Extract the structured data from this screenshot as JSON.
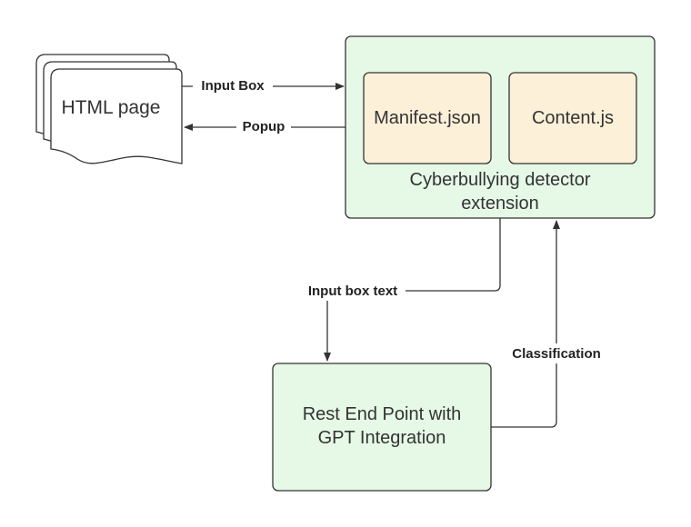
{
  "colors": {
    "extension_fill": "#e6f9e6",
    "file_fill": "#fdf0d9",
    "endpoint_fill": "#e6f9e6",
    "page_fill": "#ffffff",
    "stroke": "#333333"
  },
  "nodes": {
    "html_page": {
      "label": "HTML page",
      "icon": "multi-document-icon"
    },
    "extension": {
      "label_line1": "Cyberbullying detector",
      "label_line2": "extension"
    },
    "manifest": {
      "label": "Manifest.json"
    },
    "content_js": {
      "label": "Content.js"
    },
    "endpoint": {
      "label_line1": "Rest End Point with",
      "label_line2": "GPT Integration"
    }
  },
  "edges": {
    "input_box": {
      "label": "Input Box"
    },
    "popup": {
      "label": "Popup"
    },
    "input_box_text": {
      "label": "Input box text"
    },
    "classification": {
      "label": "Classification"
    }
  }
}
